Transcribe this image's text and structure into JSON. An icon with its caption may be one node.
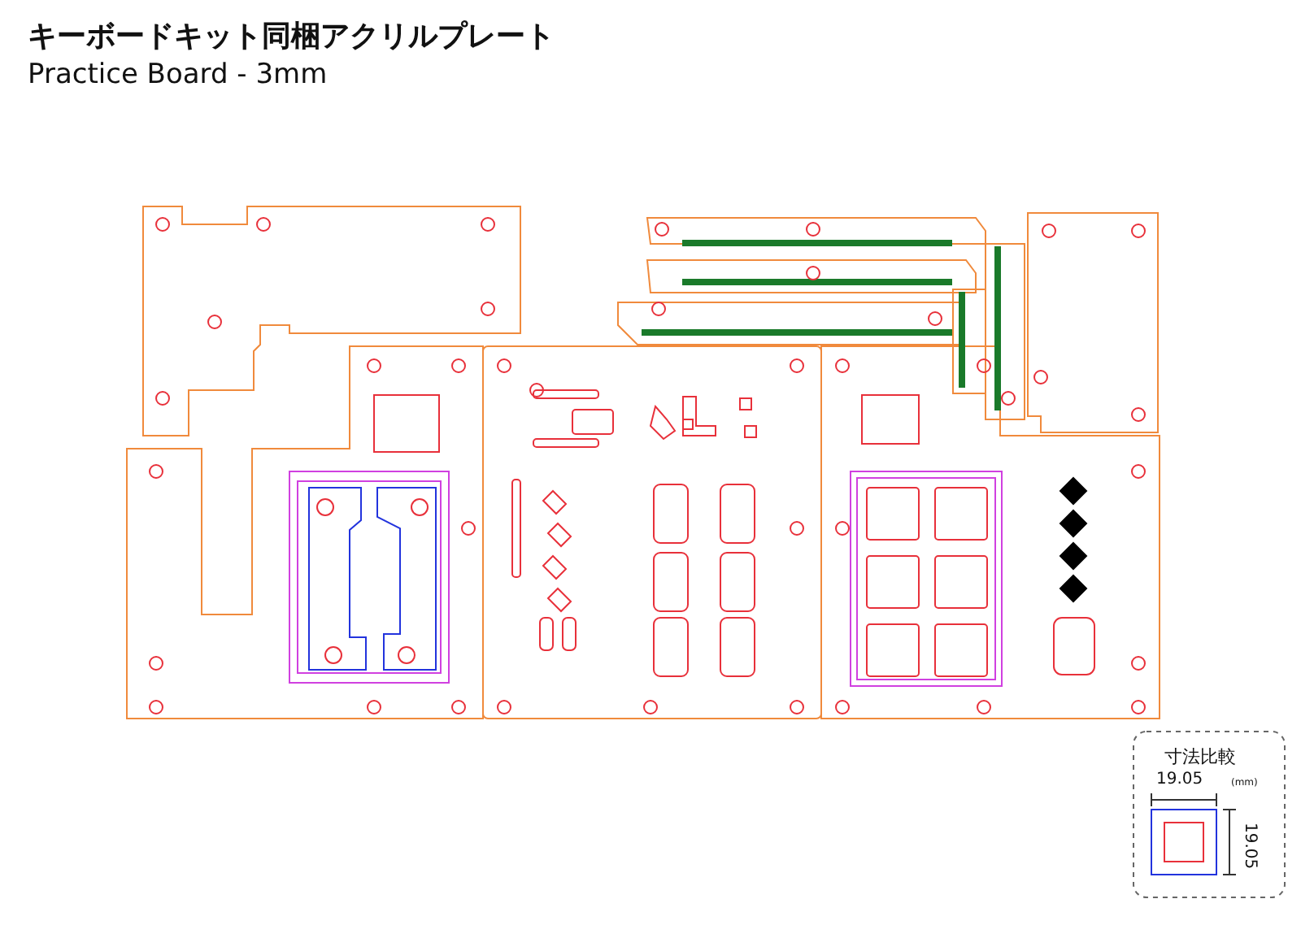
{
  "diagram": {
    "title": "キーボードキット同梱アクリルプレート",
    "labels": [
      "Practice Board - 3mm",
      "寸法比較",
      "19.05",
      "(mm)",
      "19.05"
    ]
  }
}
